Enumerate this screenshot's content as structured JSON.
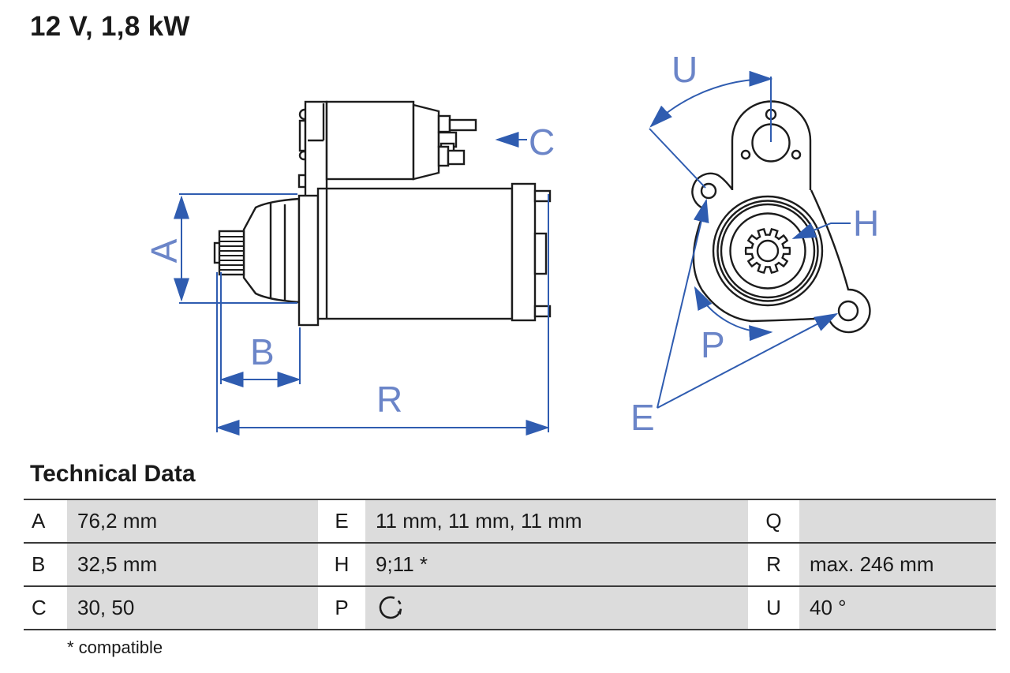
{
  "title": "12 V, 1,8 kW",
  "drawing": {
    "side_view": {
      "labels": {
        "a": "A",
        "b": "B",
        "c": "C",
        "r": "R"
      }
    },
    "front_view": {
      "labels": {
        "u": "U",
        "h": "H",
        "p": "P",
        "e": "E"
      }
    }
  },
  "table": {
    "heading": "Technical Data",
    "rows": [
      {
        "c1_key": "A",
        "c1_val": "76,2 mm",
        "c2_key": "E",
        "c2_val": "11 mm, 11 mm, 11 mm",
        "c3_key": "Q",
        "c3_val": ""
      },
      {
        "c1_key": "B",
        "c1_val": "32,5 mm",
        "c2_key": "H",
        "c2_val": "9;11 *",
        "c3_key": "R",
        "c3_val": "max. 246 mm"
      },
      {
        "c1_key": "C",
        "c1_val": "30, 50",
        "c2_key": "P",
        "c2_val": "",
        "c3_key": "U",
        "c3_val": "40 °"
      }
    ],
    "footnote": "* compatible"
  },
  "colors": {
    "dimension_blue": "#2f5cb0",
    "label_blue": "#6b85c8",
    "line_black": "#1c1c1c",
    "cell_gray": "#dcdcdc",
    "text_dark": "#1a1a1a"
  }
}
